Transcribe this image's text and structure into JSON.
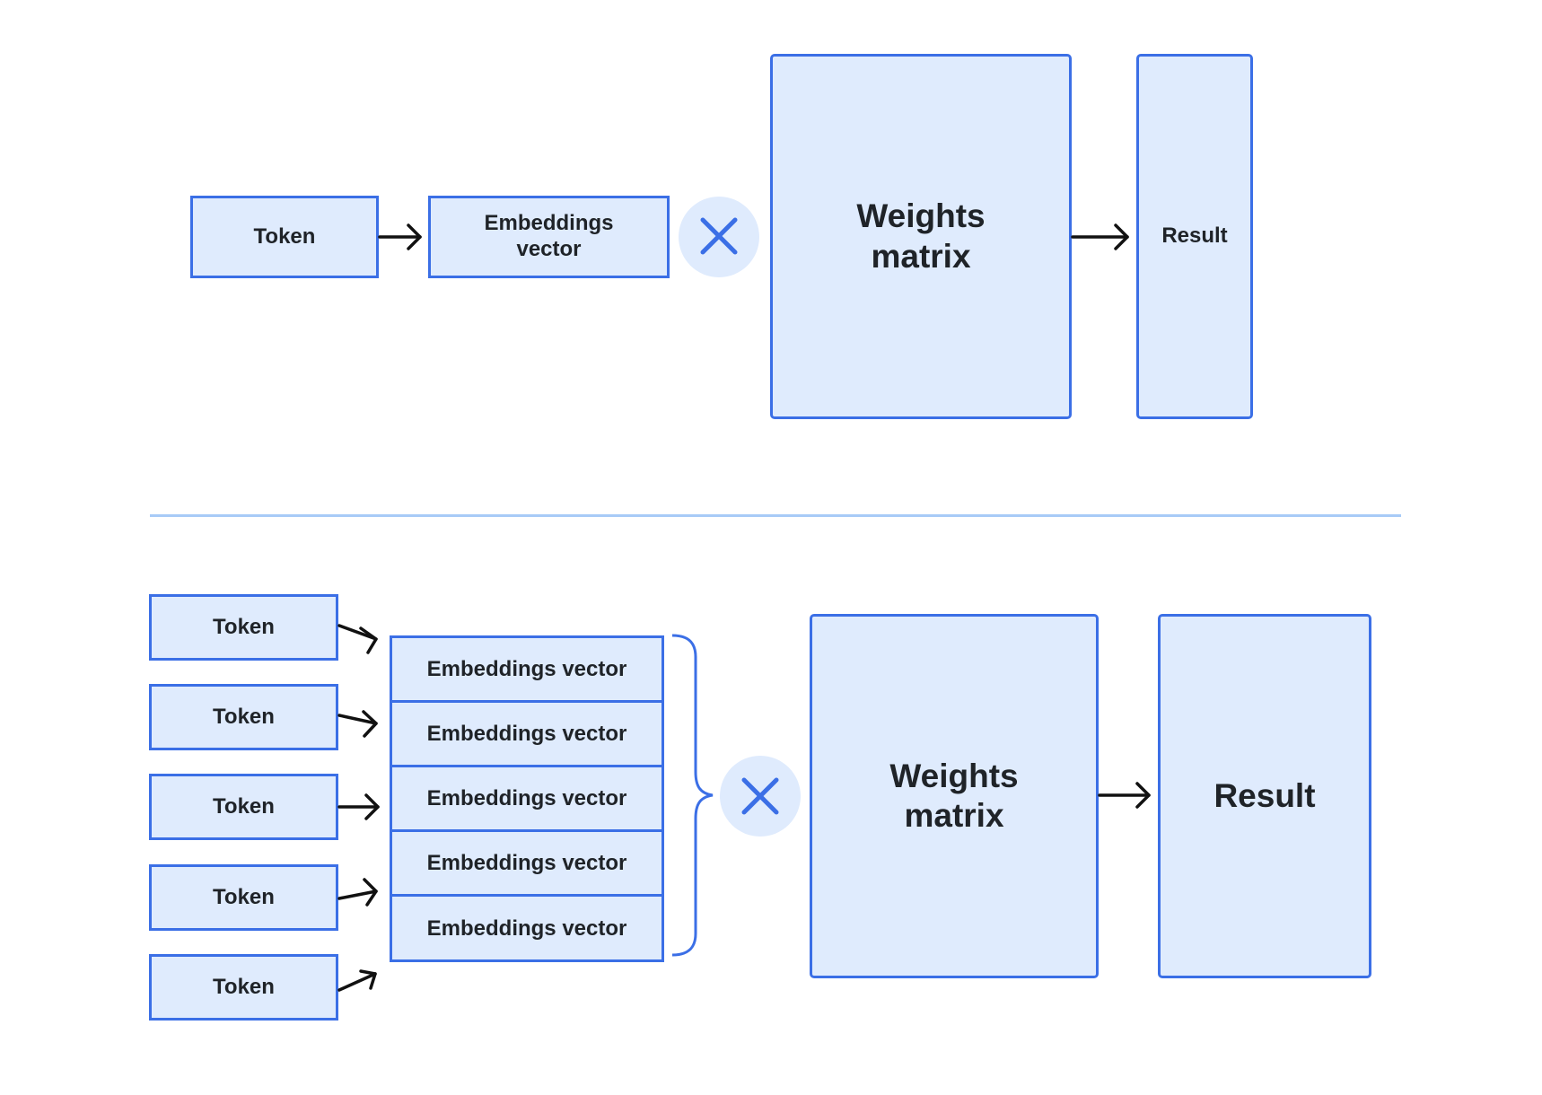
{
  "top": {
    "token": "Token",
    "embeddings": [
      "Embeddings",
      "vector"
    ],
    "weights": [
      "Weights",
      "matrix"
    ],
    "result": "Result"
  },
  "bottom": {
    "tokens": [
      "Token",
      "Token",
      "Token",
      "Token",
      "Token"
    ],
    "embeddings": [
      "Embeddings vector",
      "Embeddings vector",
      "Embeddings vector",
      "Embeddings vector",
      "Embeddings vector"
    ],
    "weights": [
      "Weights",
      "matrix"
    ],
    "result": "Result"
  },
  "colors": {
    "box_fill": "#dfebfd",
    "box_border": "#3b6fe6",
    "multiply": "#3b6fe6",
    "divider": "#a8cbf7",
    "arrow": "#111111"
  }
}
